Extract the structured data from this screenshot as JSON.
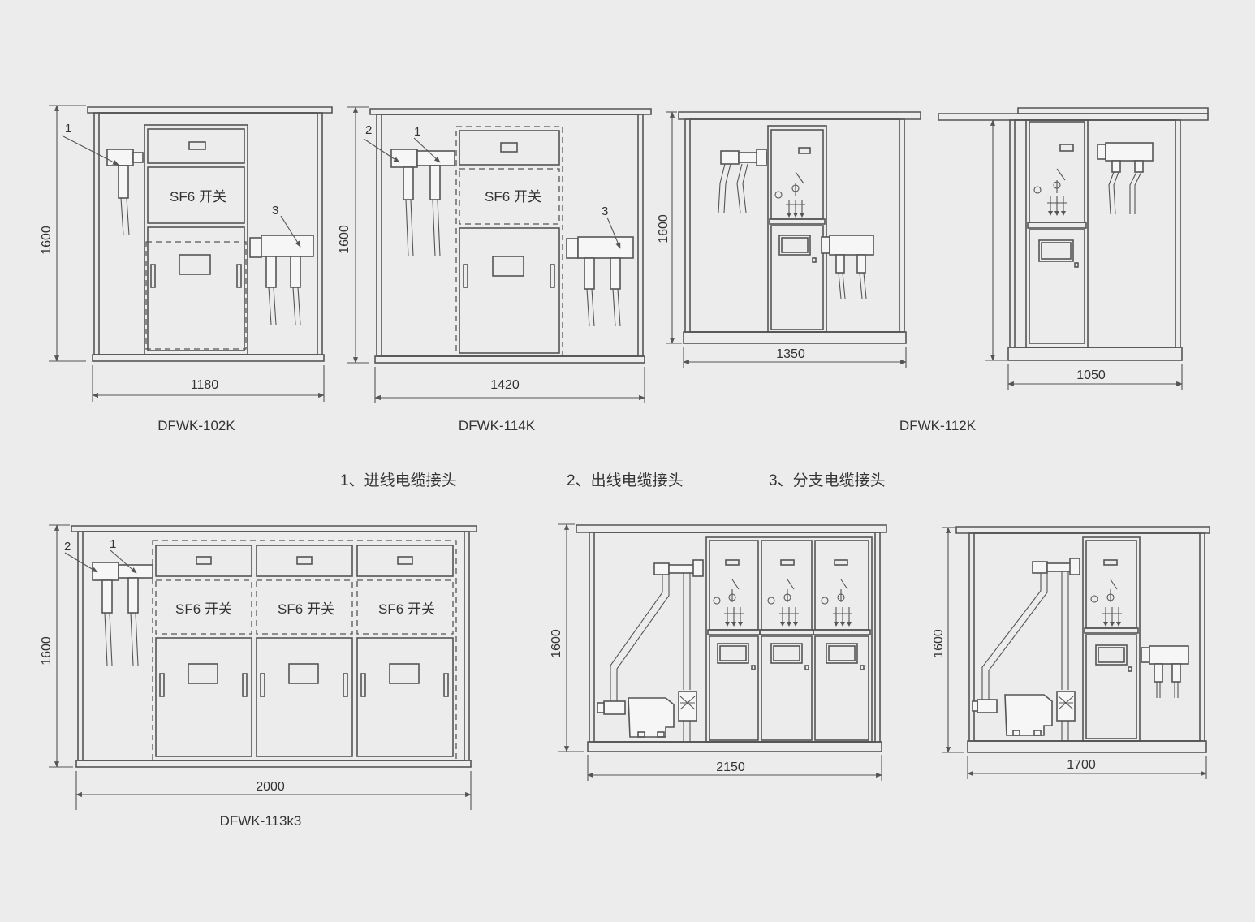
{
  "units": [
    {
      "model": "DFWK-102K",
      "width": "1180",
      "height": "1600",
      "switch_labels": [
        "SF6 开关"
      ],
      "callouts": [
        "1",
        "3"
      ]
    },
    {
      "model": "DFWK-114K",
      "width": "1420",
      "height": "1600",
      "switch_labels": [
        "SF6 开关"
      ],
      "callouts": [
        "2",
        "1",
        "3"
      ]
    },
    {
      "model": "DFWK-112K",
      "widths": [
        "1350",
        "1050"
      ],
      "heights": [
        "1600"
      ]
    },
    {
      "model": "DFWK-113k3",
      "width": "2000",
      "height": "1600",
      "switch_labels": [
        "SF6 开关",
        "SF6 开关",
        "SF6 开关"
      ],
      "callouts": [
        "2",
        "1"
      ]
    },
    {
      "model": "",
      "width": "2150",
      "height": "1600"
    },
    {
      "model": "",
      "width": "1700",
      "height": "1600"
    }
  ],
  "legend": [
    {
      "number": "1",
      "text": "1、进线电缆接头"
    },
    {
      "number": "2",
      "text": "2、出线电缆接头"
    },
    {
      "number": "3",
      "text": "3、分支电缆接头"
    }
  ],
  "colors": {
    "background": "#ececec",
    "line": "#555555",
    "text": "#333333"
  }
}
